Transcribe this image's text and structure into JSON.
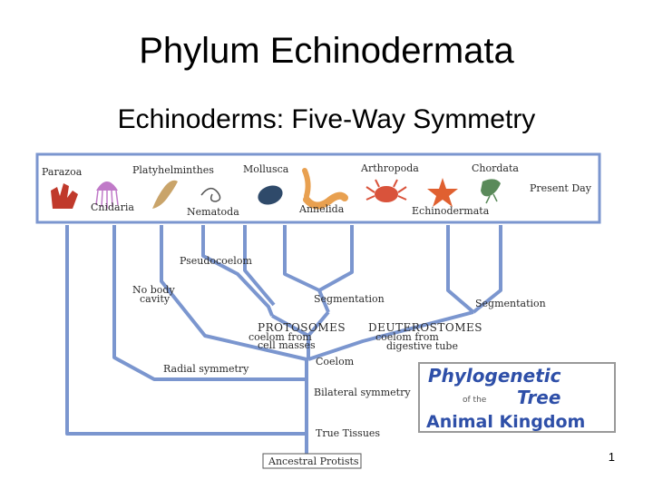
{
  "slide": {
    "title": "Phylum Echinodermata",
    "subtitle": "Echinoderms: Five-Way Symmetry",
    "page_number": "1"
  },
  "diagram": {
    "groups": {
      "parazoa": "Parazoa",
      "cnidaria": "Cnidaria",
      "platyhelminthes": "Platyhelminthes",
      "nematoda": "Nematoda",
      "mollusca": "Mollusca",
      "annelida": "Annelida",
      "arthropoda": "Arthropoda",
      "echinodermata": "Echinodermata",
      "chordata": "Chordata"
    },
    "present_day": "Present Day",
    "nodes": {
      "pseudocoelom": "Pseudocoelom",
      "no_body_cavity_1": "No body",
      "no_body_cavity_2": "cavity",
      "segmentation_left": "Segmentation",
      "segmentation_right": "Segmentation",
      "protostomes": "PROTOSOMES",
      "protostomes_desc_1": "coelom from",
      "protostomes_desc_2": "cell masses",
      "deuterostomes": "DEUTEROSTOMES",
      "deuterostomes_desc_1": "coelom from",
      "deuterostomes_desc_2": "digestive tube",
      "coelom": "Coelom",
      "radial_symmetry": "Radial symmetry",
      "bilateral_symmetry": "Bilateral symmetry",
      "true_tissues": "True Tissues",
      "ancestral_protists": "Ancestral Protists"
    },
    "logo": {
      "line1": "Phylogenetic",
      "line2a": "of the",
      "line2b": "Tree",
      "line3": "Animal Kingdom"
    },
    "colors": {
      "branch": "#7b96cf",
      "panel_border": "#7b96cf",
      "logo_text": "#2e4fa8",
      "sponge": "#c0392b",
      "jellyfish": "#c07ac8",
      "flatworm": "#c9a46a",
      "mussel": "#2f4a6a",
      "annelid": "#e8a050",
      "crab": "#d9533b",
      "starfish": "#e06030",
      "chordate": "#5a8a5a"
    }
  }
}
